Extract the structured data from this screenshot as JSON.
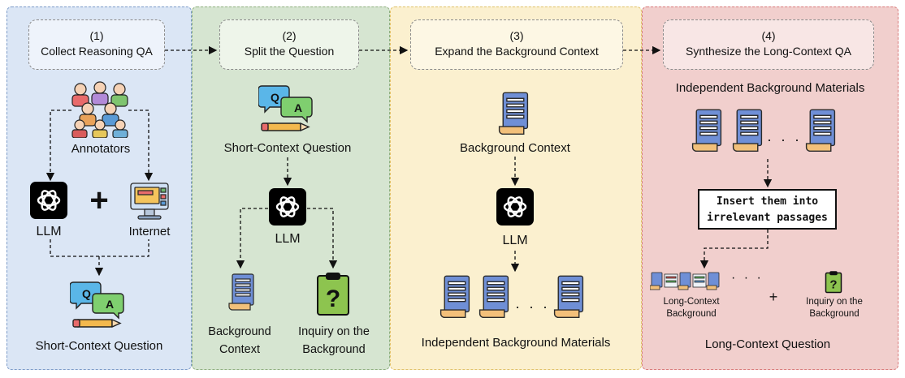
{
  "steps": [
    {
      "num": "(1)",
      "title": "Collect Reasoning QA"
    },
    {
      "num": "(2)",
      "title": "Split the Question"
    },
    {
      "num": "(3)",
      "title": "Expand the Background Context"
    },
    {
      "num": "(4)",
      "title": "Synthesize the Long-Context QA"
    }
  ],
  "panel1": {
    "annotators": "Annotators",
    "llm": "LLM",
    "plus": "+",
    "internet": "Internet",
    "output": "Short-Context Question"
  },
  "panel2": {
    "input": "Short-Context Question",
    "llm": "LLM",
    "background_line1": "Background",
    "background_line2": "Context",
    "inquiry_line1": "Inquiry on the",
    "inquiry_line2": "Background"
  },
  "panel3": {
    "input": "Background Context",
    "llm": "LLM",
    "ellipsis": "· · · ·",
    "output": "Independent Background Materials"
  },
  "panel4": {
    "input": "Independent Background Materials",
    "ellipsis": "· · · ·",
    "insert_line1": "Insert them into",
    "insert_line2": "irrelevant passages",
    "long_bg_line1": "Long-Context",
    "long_bg_line2": "Background",
    "plus": "+",
    "inquiry_line1": "Inquiry on the",
    "inquiry_line2": "Background",
    "small_ellipsis": "· · ·",
    "output": "Long-Context Question"
  },
  "colors": {
    "panel1": "#dbe6f5",
    "panel2": "#d6e5d1",
    "panel3": "#fbf0cf",
    "panel4": "#f1cfcd",
    "doc_blue": "#6f8fd6",
    "doc_fold": "#f2c07a"
  }
}
